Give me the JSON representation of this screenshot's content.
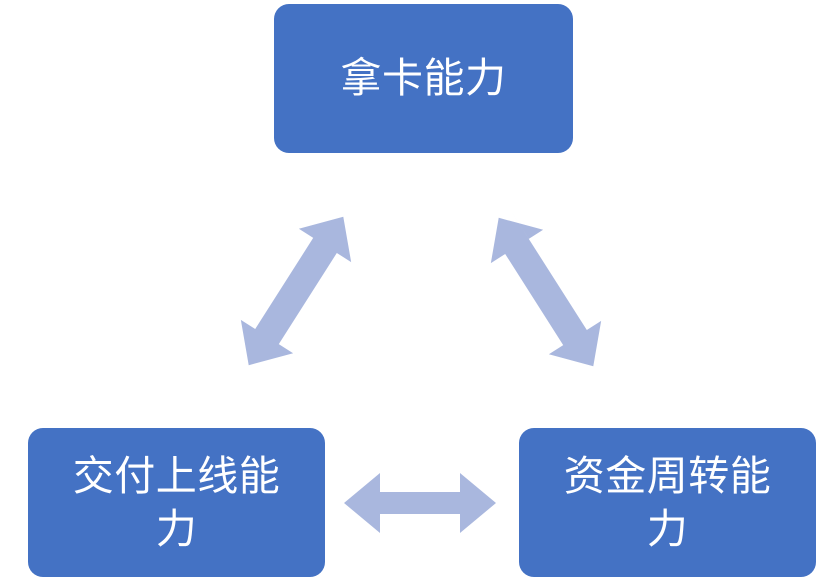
{
  "diagram": {
    "type": "triangle-relationship",
    "background_color": "#FFFFFF",
    "node_fill_color": "#4472C4",
    "node_text_color": "#FFFFFF",
    "arrow_color": "#A9B7DE",
    "nodes": [
      {
        "id": "top",
        "label": "拿卡能力",
        "position": "top-center"
      },
      {
        "id": "bottom-left",
        "label": "交付上线能力",
        "position": "bottom-left"
      },
      {
        "id": "bottom-right",
        "label": "资金周转能力",
        "position": "bottom-right"
      }
    ],
    "connectors": [
      {
        "id": "left-diagonal",
        "from": "bottom-left",
        "to": "top",
        "style": "double-headed-arrow",
        "orientation": "diagonal-up-right"
      },
      {
        "id": "right-diagonal",
        "from": "top",
        "to": "bottom-right",
        "style": "double-headed-arrow",
        "orientation": "diagonal-down-right"
      },
      {
        "id": "bottom-horizontal",
        "from": "bottom-left",
        "to": "bottom-right",
        "style": "double-headed-arrow",
        "orientation": "horizontal"
      }
    ]
  }
}
